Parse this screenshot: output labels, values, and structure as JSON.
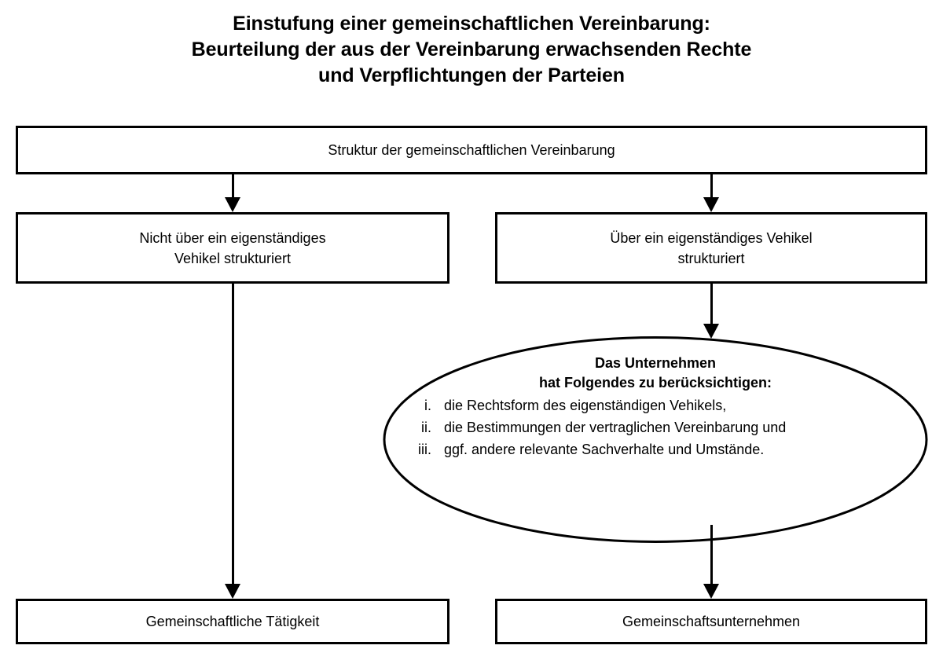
{
  "title": {
    "line1": "Einstufung einer gemeinschaftlichen Vereinbarung:",
    "line2": "Beurteilung der aus der Vereinbarung erwachsenden Rechte",
    "line3": "und Verpflichtungen der Parteien"
  },
  "nodes": {
    "structure": "Struktur der gemeinschaftlichen Vereinbarung",
    "not_vehicle_line1": "Nicht über ein eigenständiges",
    "not_vehicle_line2": "Vehikel strukturiert",
    "vehicle_line1": "Über ein eigenständiges Vehikel",
    "vehicle_line2": "strukturiert",
    "joint_operation": "Gemeinschaftliche Tätigkeit",
    "joint_venture": "Gemeinschaftsunternehmen"
  },
  "ellipse": {
    "heading_line1": "Das Unternehmen",
    "heading_line2": "hat Folgendes zu berücksichtigen:",
    "items": [
      {
        "numeral": "i.",
        "text": "die Rechtsform des eigenständigen Vehikels,"
      },
      {
        "numeral": "ii.",
        "text": "die Bestimmungen der vertraglichen Vereinbarung und"
      },
      {
        "numeral": "iii.",
        "text": "ggf. andere relevante Sachverhalte und Umstände."
      }
    ]
  },
  "style": {
    "stroke": "#000000",
    "fill": "#ffffff"
  }
}
